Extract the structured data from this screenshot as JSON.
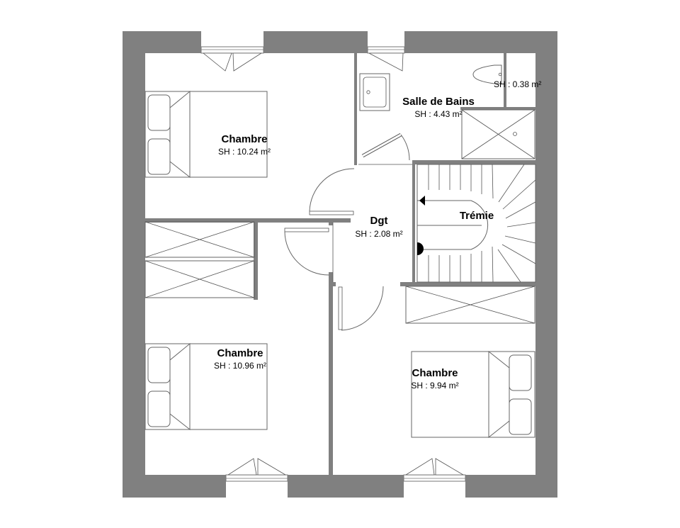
{
  "plan": {
    "rooms": [
      {
        "id": "chambre-1",
        "name": "Chambre",
        "area": "SH : 10.24 m²"
      },
      {
        "id": "salle-de-bains",
        "name": "Salle de Bains",
        "area": "SH : 4.43 m²"
      },
      {
        "id": "wc",
        "name": "",
        "area": "SH : 0.38 m²"
      },
      {
        "id": "tremie",
        "name": "Trémie",
        "area": ""
      },
      {
        "id": "dgt",
        "name": "Dgt",
        "area": "SH : 2.08 m²"
      },
      {
        "id": "chambre-2",
        "name": "Chambre",
        "area": "SH : 10.96 m²"
      },
      {
        "id": "chambre-3",
        "name": "Chambre",
        "area": "SH : 9.94 m²"
      }
    ],
    "colors": {
      "wall": "#808080",
      "line": "#666666",
      "background": "#ffffff"
    }
  }
}
